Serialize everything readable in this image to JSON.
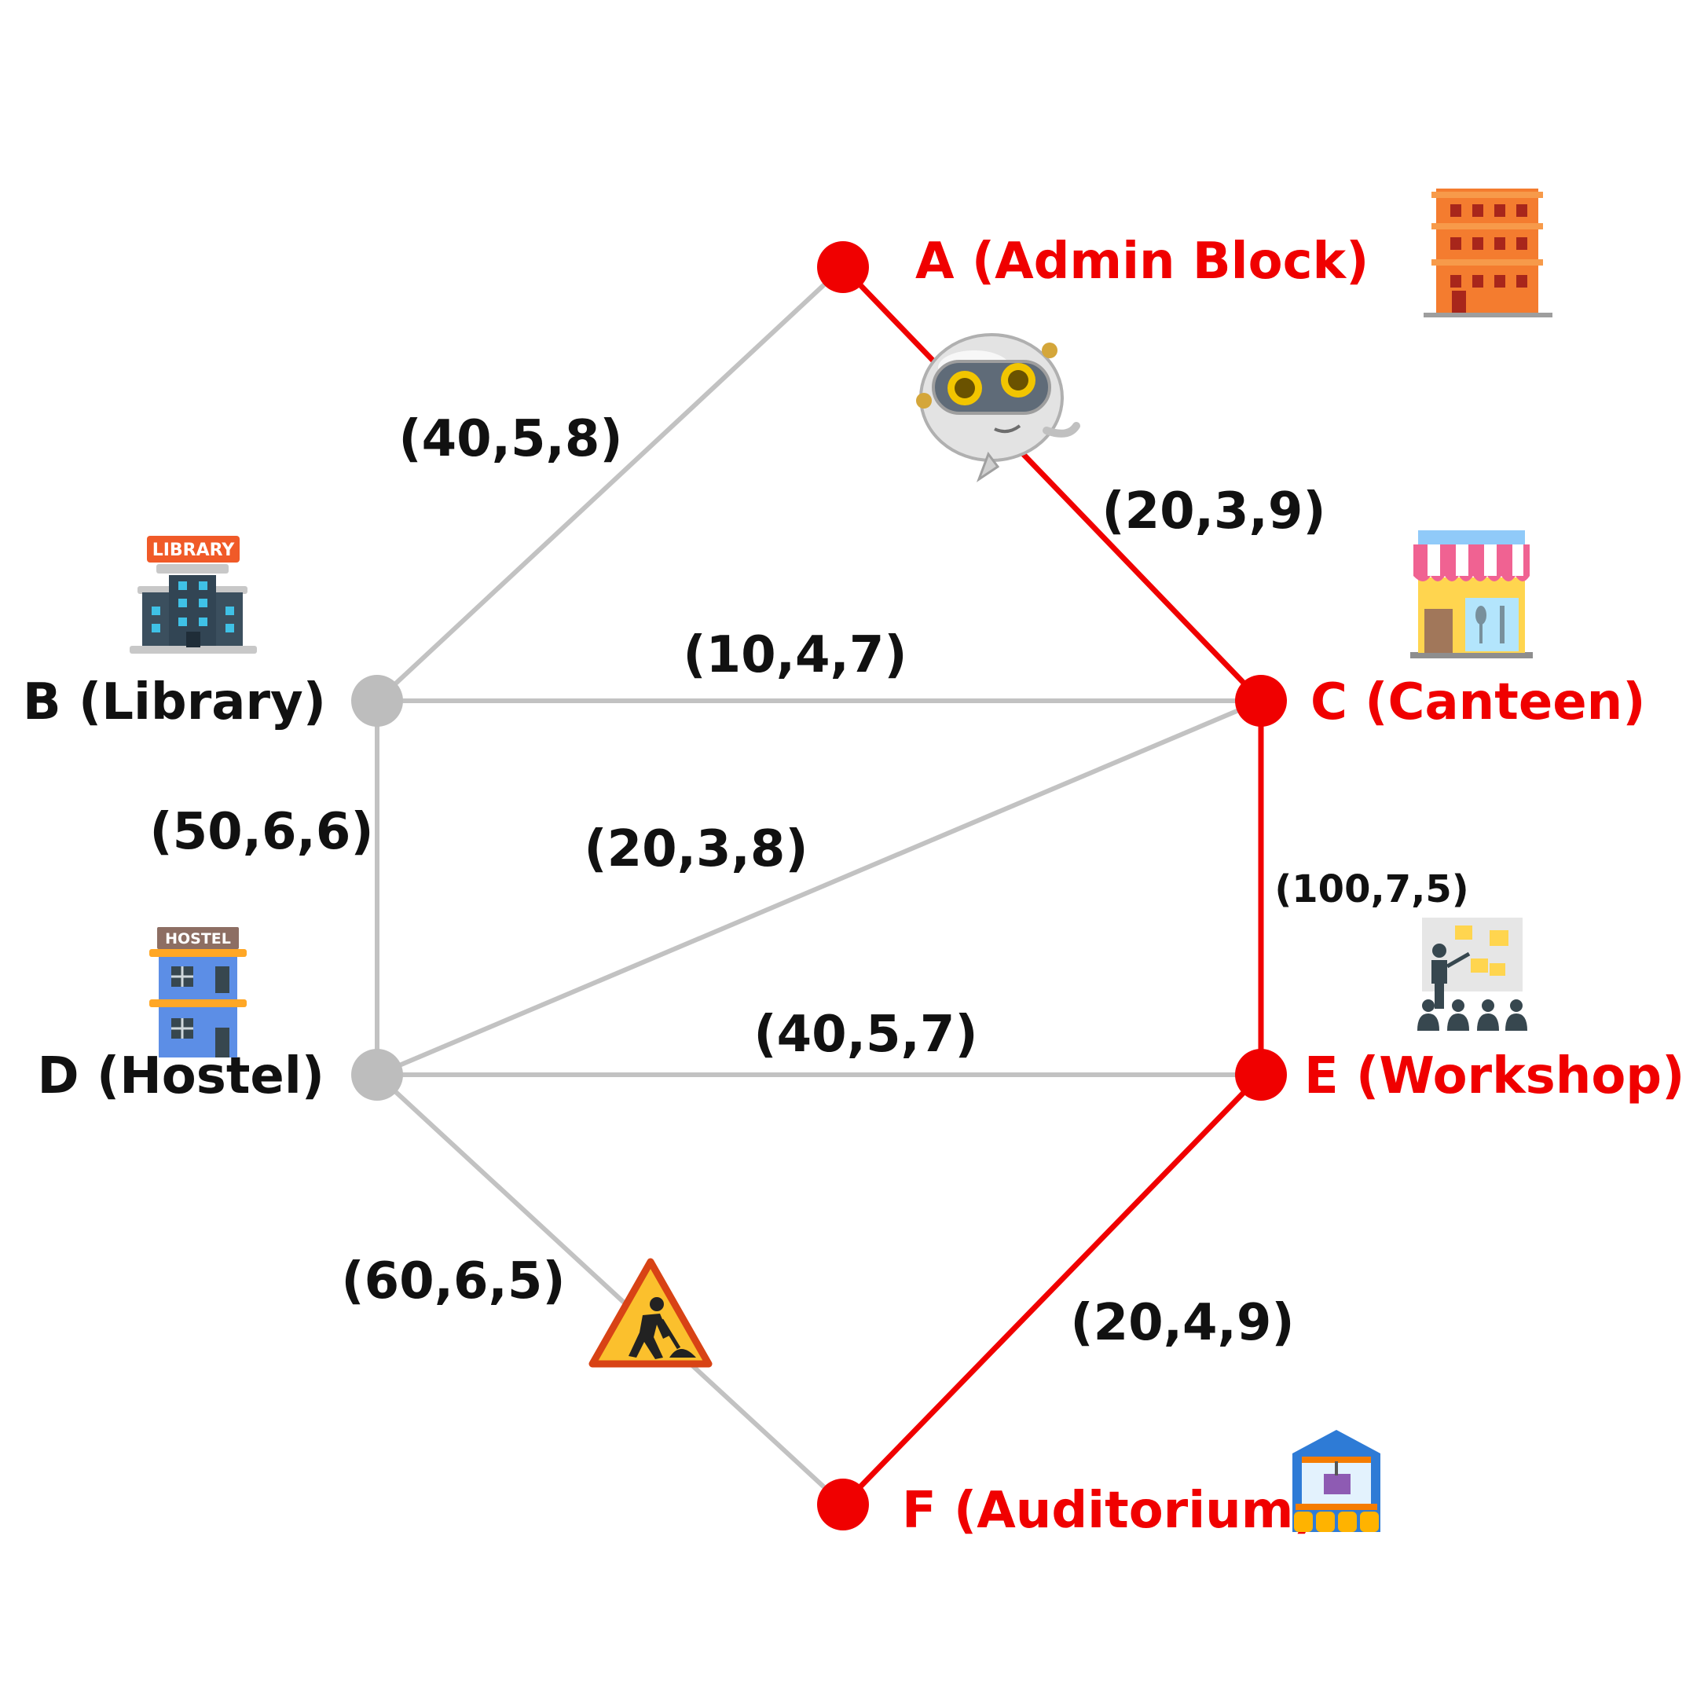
{
  "colors": {
    "route": "#f00000",
    "inactive": "#c2c2c2",
    "node_inactive": "#bdbdbd",
    "label_default": "#111111"
  },
  "nodes": {
    "A": {
      "label": "A (Admin Block)",
      "active": true,
      "icon": "office-building-icon"
    },
    "B": {
      "label": "B (Library)",
      "active": false,
      "icon": "library-building-icon"
    },
    "C": {
      "label": "C (Canteen)",
      "active": true,
      "icon": "shop-canteen-icon"
    },
    "D": {
      "label": "D (Hostel)",
      "active": false,
      "icon": "hostel-building-icon"
    },
    "E": {
      "label": "E (Workshop)",
      "active": true,
      "icon": "workshop-presentation-icon"
    },
    "F": {
      "label": "F (Auditorium)",
      "active": true,
      "icon": "auditorium-stage-icon"
    }
  },
  "edges": [
    {
      "from": "A",
      "to": "B",
      "label": "(40,5,8)",
      "on_route": false
    },
    {
      "from": "A",
      "to": "C",
      "label": "(20,3,9)",
      "on_route": true
    },
    {
      "from": "B",
      "to": "C",
      "label": "(10,4,7)",
      "on_route": false
    },
    {
      "from": "B",
      "to": "D",
      "label": "(50,6,6)",
      "on_route": false
    },
    {
      "from": "C",
      "to": "D",
      "label": "(20,3,8)",
      "on_route": false
    },
    {
      "from": "C",
      "to": "E",
      "label": "(100,7,5)",
      "on_route": true
    },
    {
      "from": "D",
      "to": "E",
      "label": "(40,5,7)",
      "on_route": false
    },
    {
      "from": "D",
      "to": "F",
      "label": "(60,6,5)",
      "on_route": false,
      "blocked": true
    },
    {
      "from": "E",
      "to": "F",
      "label": "(20,4,9)",
      "on_route": true
    }
  ],
  "markers": {
    "robot": {
      "icon": "robot-icon",
      "edge": "A-C"
    },
    "roadwork": {
      "icon": "road-work-warning-icon",
      "edge": "D-F"
    }
  }
}
